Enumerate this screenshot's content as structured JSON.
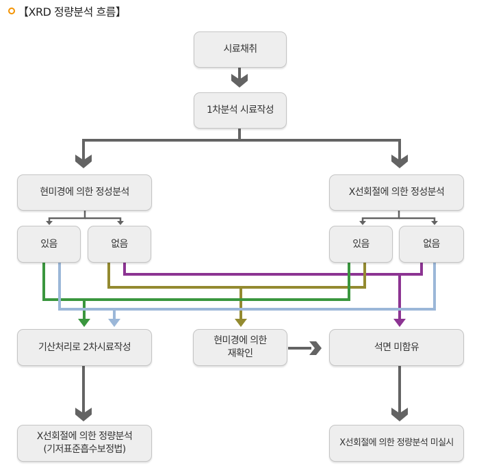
{
  "title": "【XRD 정량분석 흐름】",
  "nodes": {
    "sampling": "시료채취",
    "primary_prep": "1차분석 시료작성",
    "microscope_qual": "현미경에 의한 정성분석",
    "xrd_qual": "X선회절에 의한 정성분석",
    "micro_yes": "있음",
    "micro_no": "없음",
    "xrd_yes": "있음",
    "xrd_no": "없음",
    "acid_prep": "기산처리로 2차시료작성",
    "micro_recheck_line1": "현미경에 의한",
    "micro_recheck_line2": "재확인",
    "no_asbestos": "석면 미함유",
    "xrd_quant_line1": "X선회절에 의한 정량분석",
    "xrd_quant_line2": "(기저표준흡수보정법)",
    "xrd_quant_none": "X선회절에 의한 정량분석 미실시"
  },
  "colors": {
    "bullet": "#f39200",
    "main_arrow": "#636363",
    "green": "#3a963e",
    "light_blue": "#9bb7d8",
    "olive": "#938a30",
    "purple": "#8c3492"
  }
}
